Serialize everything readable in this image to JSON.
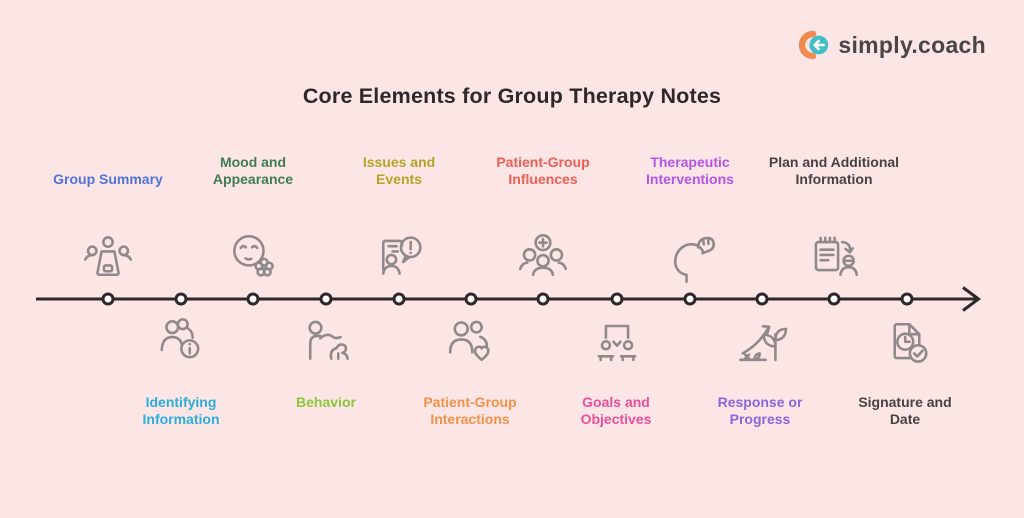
{
  "colors": {
    "background": "#fce5e5",
    "line": "#2e282a",
    "icon": "#8f898b",
    "title": "#2e282a",
    "logo_text": "#4a4548",
    "logo_orange": "#ef8b4e",
    "logo_teal": "#43bec7"
  },
  "logo": {
    "text": "simply.coach"
  },
  "title": "Core Elements for Group Therapy Notes",
  "timeline": {
    "items": [
      {
        "label": "Group Summary",
        "color": "#4f74dc",
        "position": "top",
        "icon": "group-presentation-icon"
      },
      {
        "label": "Identifying Information",
        "color": "#2badde",
        "position": "bottom",
        "icon": "people-info-icon"
      },
      {
        "label": "Mood and Appearance",
        "color": "#3f7d52",
        "position": "top",
        "icon": "mood-flower-icon"
      },
      {
        "label": "Behavior",
        "color": "#8cc63e",
        "position": "bottom",
        "icon": "person-pet-icon"
      },
      {
        "label": "Issues and Events",
        "color": "#b3a428",
        "position": "top",
        "icon": "document-alert-icon"
      },
      {
        "label": "Patient-Group Interactions",
        "color": "#f0924a",
        "position": "bottom",
        "icon": "people-heart-icon"
      },
      {
        "label": "Patient-Group Influences",
        "color": "#ec5f55",
        "position": "top",
        "icon": "group-plus-icon"
      },
      {
        "label": "Goals and Objectives",
        "color": "#ea4f9b",
        "position": "bottom",
        "icon": "people-desks-icon"
      },
      {
        "label": "Therapeutic Interventions",
        "color": "#b455ea",
        "position": "top",
        "icon": "head-hand-icon"
      },
      {
        "label": "Response or Progress",
        "color": "#8a66e0",
        "position": "bottom",
        "icon": "growth-plant-icon"
      },
      {
        "label": "Plan and Additional Information",
        "color": "#474143",
        "position": "top",
        "icon": "notepad-person-icon"
      },
      {
        "label": "Signature and Date",
        "color": "#474143",
        "position": "bottom",
        "icon": "document-clock-check-icon"
      }
    ]
  }
}
